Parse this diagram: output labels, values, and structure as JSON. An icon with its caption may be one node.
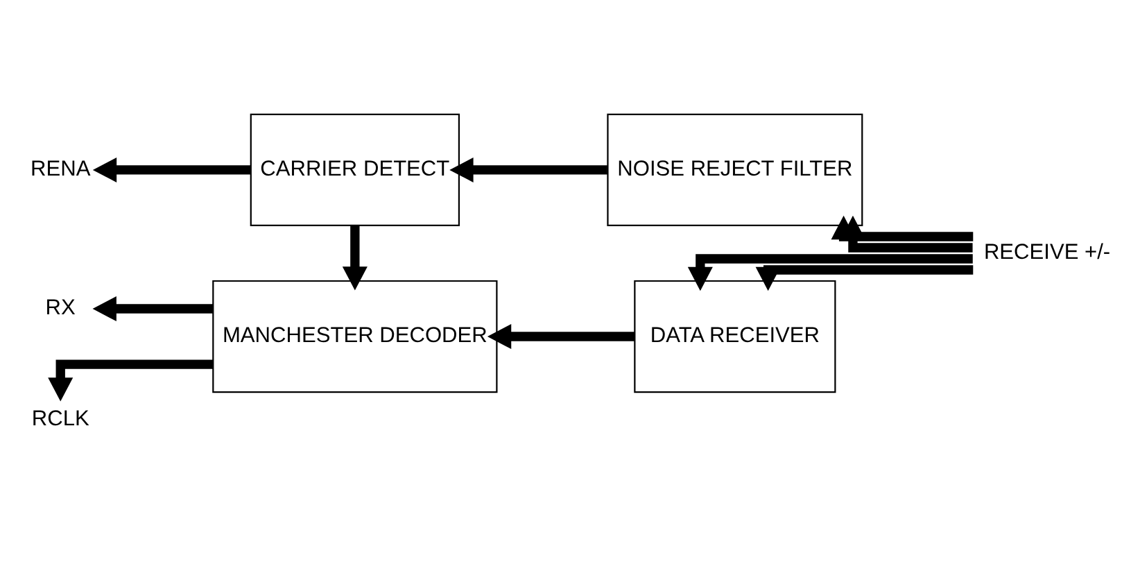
{
  "diagram": {
    "nodes": [
      {
        "text": [
          "MANCHESTER DECODER"
        ]
      },
      {
        "text": [
          "DATA RECEIVER"
        ]
      },
      {
        "text": [
          "CARRIER DETECT"
        ]
      },
      {
        "text": [
          "NOISE REJECT FILTER"
        ]
      },
      {
        "text": [
          "RX"
        ]
      },
      {
        "text": [
          "RCLK"
        ]
      },
      {
        "text": [
          "RENA"
        ]
      },
      {
        "text": [
          "RECEIVE +/-"
        ]
      }
    ],
    "edges": [
      {
        "from": 1,
        "to": 0,
        "arrow": "to"
      },
      {
        "from": 3,
        "to": 2,
        "arrow": "to"
      },
      {
        "from": 2,
        "to": 0,
        "arrow": "to"
      },
      {
        "from": 0,
        "to": 4,
        "arrow": "to"
      },
      {
        "from": 0,
        "to": 5,
        "arrow": "to"
      },
      {
        "from": 2,
        "to": 6,
        "arrow": "to"
      },
      {
        "from": 7,
        "to": 1,
        "arrow": "to"
      },
      {
        "from": 7,
        "to": 1,
        "arrow": "to"
      },
      {
        "from": 7,
        "to": 3,
        "arrow": "to"
      },
      {
        "from": 7,
        "to": 3,
        "arrow": "to"
      }
    ]
  }
}
